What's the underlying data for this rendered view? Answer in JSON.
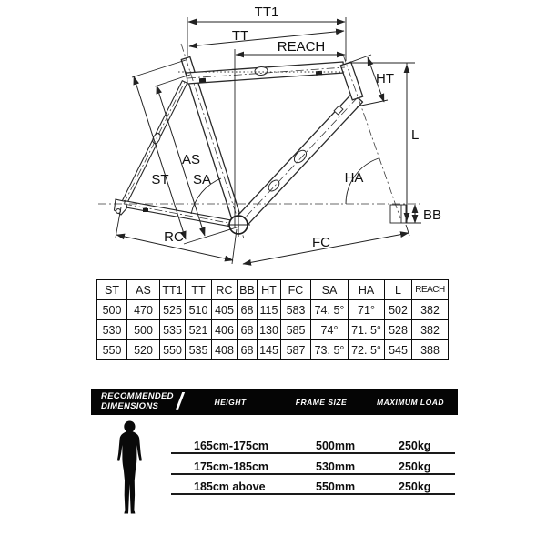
{
  "diagram": {
    "labels": {
      "tt1": "TT1",
      "tt": "TT",
      "reach": "REACH",
      "ht": "HT",
      "l": "L",
      "ha": "HA",
      "bb": "BB",
      "fc": "FC",
      "rc": "RC",
      "st": "ST",
      "as": "AS",
      "sa": "SA"
    }
  },
  "geometry_table": {
    "headers": [
      "ST",
      "AS",
      "TT1",
      "TT",
      "RC",
      "BB",
      "HT",
      "FC",
      "SA",
      "HA",
      "L",
      "REACH"
    ],
    "rows": [
      [
        "500",
        "470",
        "525",
        "510",
        "405",
        "68",
        "115",
        "583",
        "74. 5°",
        "71°",
        "502",
        "382"
      ],
      [
        "530",
        "500",
        "535",
        "521",
        "406",
        "68",
        "130",
        "585",
        "74°",
        "71. 5°",
        "528",
        "382"
      ],
      [
        "550",
        "520",
        "550",
        "535",
        "408",
        "68",
        "145",
        "587",
        "73. 5°",
        "72. 5°",
        "545",
        "388"
      ]
    ]
  },
  "recommend": {
    "title_line1": "RECOMMENDED",
    "title_line2": "DIMENSIONS",
    "separator": "/",
    "columns": [
      "HEIGHT",
      "FRAME SIZE",
      "MAXIMUM LOAD"
    ],
    "rows": [
      {
        "height": "165cm-175cm",
        "frame_size": "500mm",
        "max_load": "250kg"
      },
      {
        "height": "175cm-185cm",
        "frame_size": "530mm",
        "max_load": "250kg"
      },
      {
        "height": "185cm above",
        "frame_size": "550mm",
        "max_load": "250kg"
      }
    ]
  },
  "colors": {
    "bar_bg": "#050505",
    "line": "#222222",
    "text": "#111111",
    "background": "#ffffff"
  }
}
